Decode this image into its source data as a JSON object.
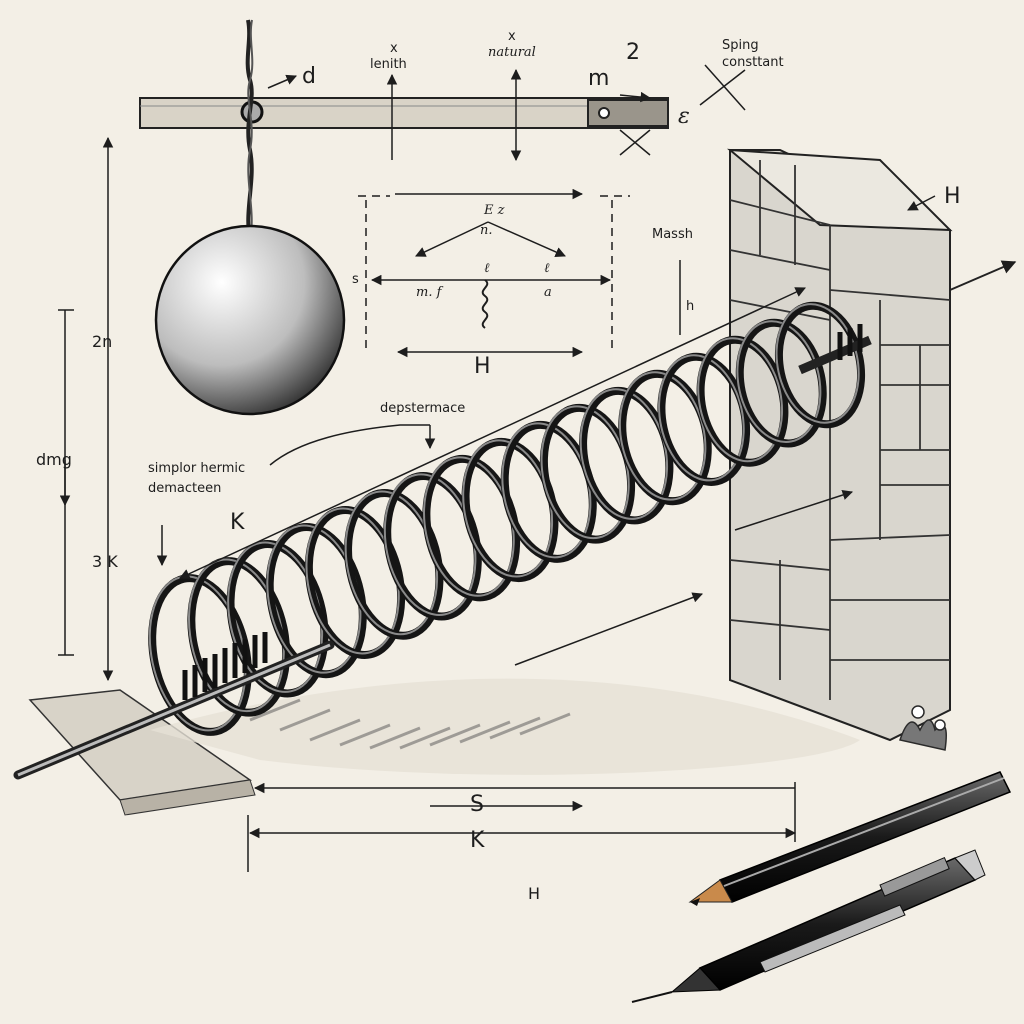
{
  "labels": {
    "d": "d",
    "x_mark": "x",
    "lenith": "lenith",
    "x_mark_2": "x",
    "natural": "natural",
    "m": "m",
    "two": "2",
    "spring_constant": "Sping\nconsttant",
    "epsilon": "ε",
    "h_wall": "H",
    "e_z": "E z",
    "n_label": "n.",
    "massh": "Massh",
    "s_small": "s",
    "m_f": "m. f",
    "l_mid": "ℓ",
    "a_mid": "a",
    "l_mid2": "ℓ",
    "h_box": "H",
    "two_n": "2n",
    "h_small": "h",
    "depstermace": "depstermace",
    "dmg": "dmg",
    "simplor_hermic": "simplor hermic",
    "demacteen": "demacteen",
    "k_upper": "K",
    "three_k": "3 K",
    "s_ground": "S",
    "k_ground": "K",
    "h_bottom": "H"
  },
  "colors": {
    "paper": "#f3efe6",
    "ink": "#1d1d1d",
    "stone": "#d9d6ce",
    "pencil_tip": "#c98a4b"
  },
  "icons": [
    "hanging-ball-icon",
    "coil-spring-icon",
    "stone-wall-icon",
    "pencil-icon",
    "pen-icon"
  ]
}
